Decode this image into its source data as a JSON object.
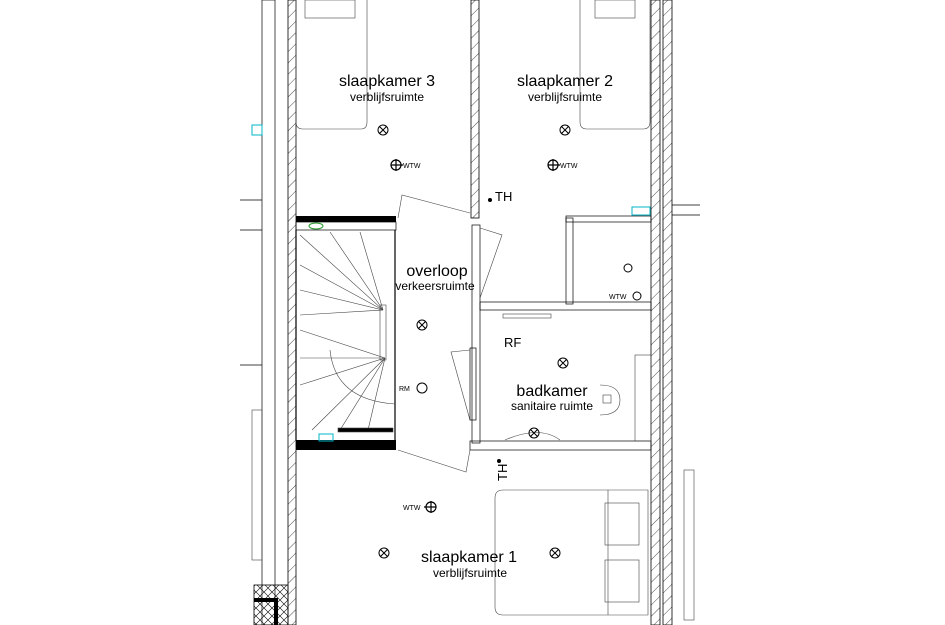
{
  "rooms": {
    "slaapkamer3": {
      "name": "slaapkamer 3",
      "type": "verblijfsruimte"
    },
    "slaapkamer2": {
      "name": "slaapkamer 2",
      "type": "verblijfsruimte"
    },
    "overloop": {
      "name": "overloop",
      "type": "verkeersruimte"
    },
    "badkamer": {
      "name": "badkamer",
      "type": "sanitaire ruimte"
    },
    "slaapkamer1": {
      "name": "slaapkamer 1",
      "type": "verblijfsruimte"
    }
  },
  "symbols": {
    "thermostat": "TH",
    "rookmelder": "RM",
    "rf": "RF",
    "wtw": "WTW"
  },
  "colors": {
    "line": "#000000",
    "accent": "#00b4c8",
    "green": "#2a9a2a"
  }
}
